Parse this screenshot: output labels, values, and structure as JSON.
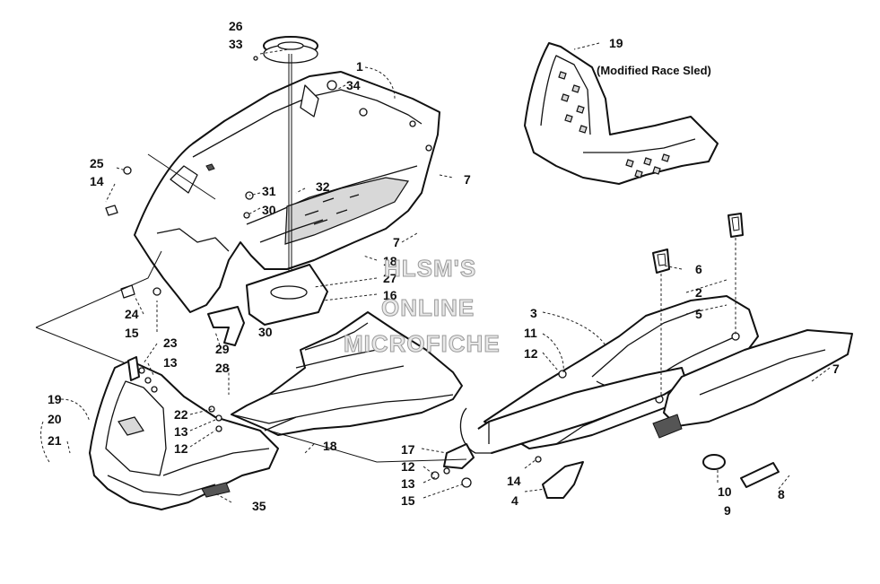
{
  "watermark": [
    "HLSM'S",
    "ONLINE",
    "MICROFICHE"
  ],
  "note": "(Modified Race Sled)",
  "callouts": {
    "c1": "1",
    "c2": "2",
    "c3": "3",
    "c4": "4",
    "c5": "5",
    "c6": "6",
    "c7a": "7",
    "c7b": "7",
    "c7c": "7",
    "c8": "8",
    "c9": "9",
    "c10": "10",
    "c11": "11",
    "c12a": "12",
    "c12b": "12",
    "c12c": "12",
    "c13a": "13",
    "c13b": "13",
    "c13c": "13",
    "c14a": "14",
    "c14b": "14",
    "c15a": "15",
    "c15b": "15",
    "c16": "16",
    "c17": "17",
    "c18a": "18",
    "c18b": "18",
    "c19a": "19",
    "c19b": "19",
    "c20": "20",
    "c21": "21",
    "c22": "22",
    "c23": "23",
    "c24": "24",
    "c25": "25",
    "c26": "26",
    "c27": "27",
    "c28": "28",
    "c29": "29",
    "c30a": "30",
    "c30b": "30",
    "c31": "31",
    "c32": "32",
    "c33": "33",
    "c34": "34",
    "c35": "35"
  }
}
